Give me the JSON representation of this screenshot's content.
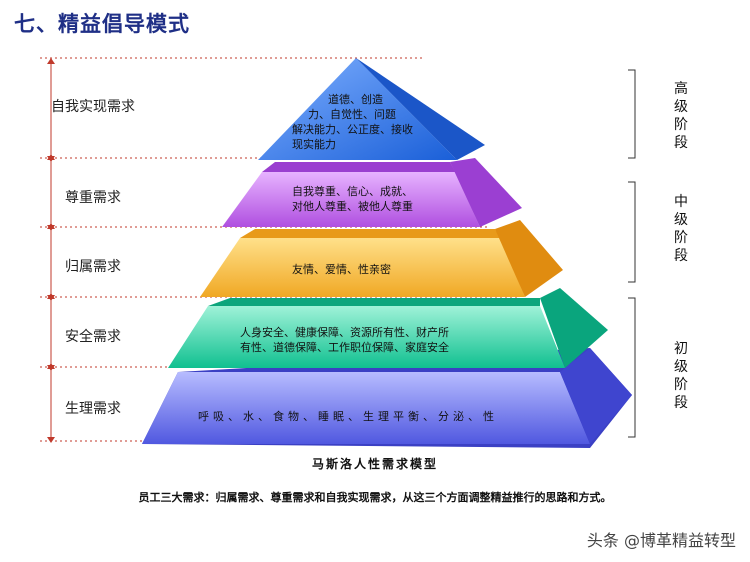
{
  "title": "七、精益倡导模式",
  "levels": [
    {
      "label": "自我实现需求",
      "text": [
        "道德、创造",
        "力、自觉性、问题",
        "解决能力、公正度、接收",
        "现实能力"
      ]
    },
    {
      "label": "尊重需求",
      "text": [
        "自我尊重、信心、成就、",
        "对他人尊重、被他人尊重"
      ]
    },
    {
      "label": "归属需求",
      "text": [
        "友情、爱情、性亲密"
      ]
    },
    {
      "label": "安全需求",
      "text": [
        "人身安全、健康保障、资源所有性、财产所",
        "有性、道德保障、工作职位保障、家庭安全"
      ]
    },
    {
      "label": "生理需求",
      "text": [
        "呼吸、水、食物、睡眠、生理平衡、分泌、性"
      ]
    }
  ],
  "stages": [
    {
      "chars": [
        "高",
        "级",
        "阶",
        "段"
      ]
    },
    {
      "chars": [
        "中",
        "级",
        "阶",
        "段"
      ]
    },
    {
      "chars": [
        "初",
        "级",
        "阶",
        "段"
      ]
    }
  ],
  "caption": "马斯洛人性需求模型",
  "note": "员工三大需求：归属需求、尊重需求和自我实现需求，从这三个方面调整精益推行的思路和方式。",
  "watermark": "头条 @博革精益转型",
  "colors": {
    "title": "#1f2f86",
    "tier1": "#1f6fe6",
    "tier2": "#b04fe0",
    "tier3": "#f0b02a",
    "tier4": "#14c69a",
    "tier5": "#5b63e8",
    "guide": "#c0392b"
  }
}
